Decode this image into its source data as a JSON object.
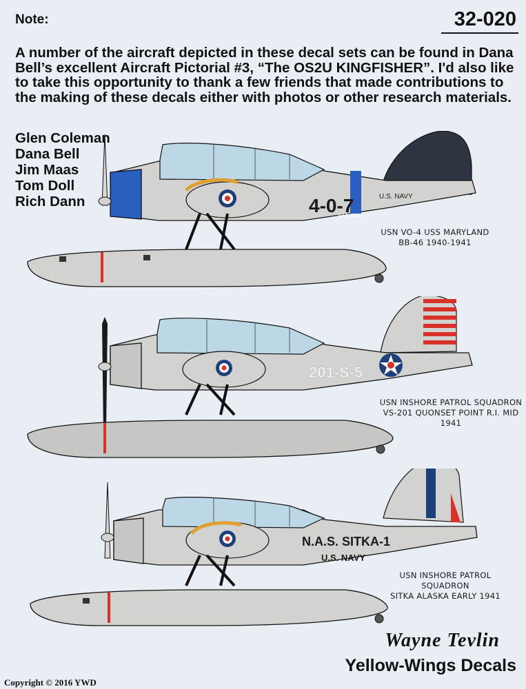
{
  "header": {
    "note_label": "Note:",
    "set_number": "32-020"
  },
  "intro_text": "A number of the aircraft depicted in these decal sets can be found in Dana Bell’s excellent Aircraft Pictorial #3, “The OS2U KINGFISHER”. I'd also like to take this opportunity to thank a few friends that made contributions to the making of these decals either with photos or other research materials.",
  "thanks": [
    "Glen Coleman",
    "Dana Bell",
    "Jim Maas",
    "Tom Doll",
    "Rich Dann"
  ],
  "aircraft": [
    {
      "caption_line1": "USN VO-4 USS MARYLAND",
      "caption_line2": "BB-46 1940-1941",
      "code": "4-0-7",
      "service_text": "U.S. NAVY",
      "ship_text": "MARYLAND"
    },
    {
      "caption_line1": "USN INSHORE PATROL SQUADRON",
      "caption_line2": "VS-201 QUONSET POINT R.I. MID 1941",
      "code": "201-S-5"
    },
    {
      "caption_line1": "USN INSHORE PATROL SQUADRON",
      "caption_line2": "SITKA ALASKA EARLY 1941",
      "code": "N.A.S. SITKA-1",
      "service_text": "U.S. NAVY"
    }
  ],
  "footer": {
    "signature": "Wayne Tevlin",
    "brand": "Yellow-Wings Decals",
    "copyright": "Copyright © 2016 YWD"
  },
  "colors": {
    "paper": "#e9eef4",
    "aircraft_gray": "#d2d3d0",
    "blue_cowl": "#2b5fbf",
    "tail_dark": "#2e3440",
    "insignia_blue": "#1f3f7a",
    "stripe_red": "#d8312a",
    "chrome_yellow": "#e0a030",
    "canopy": "#bcd8e6"
  }
}
